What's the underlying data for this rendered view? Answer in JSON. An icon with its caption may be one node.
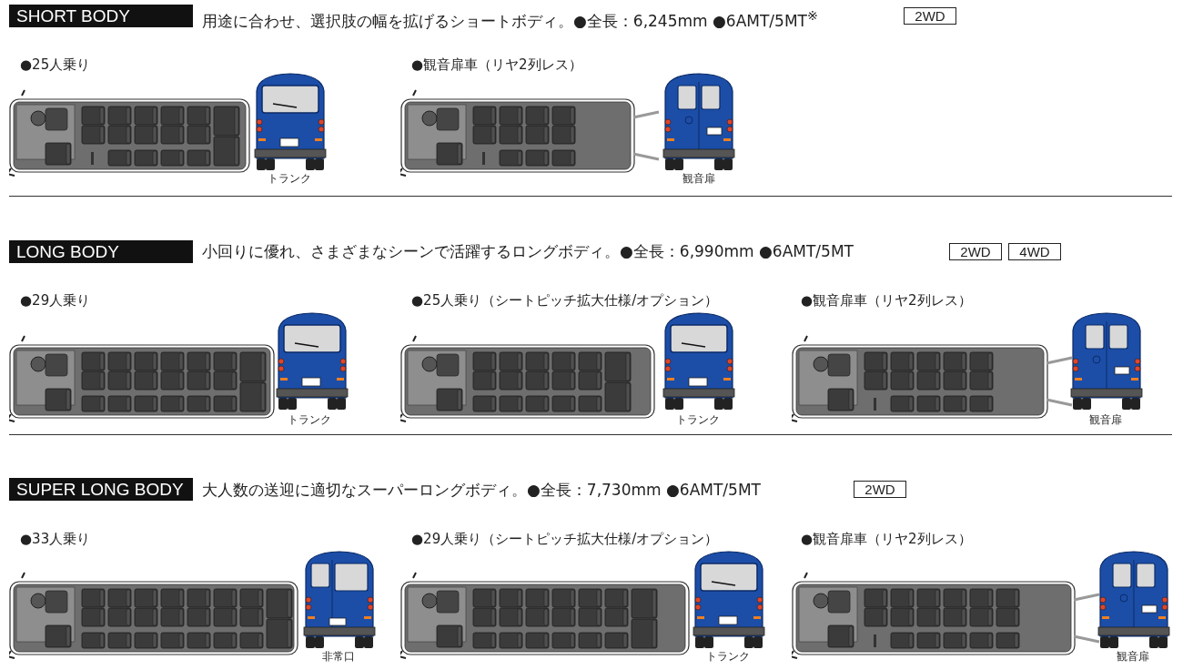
{
  "diagram": {
    "nodes": [
      {
        "text": [
          "SHORT BODY"
        ]
      },
      {
        "text": [
          "2WD"
        ]
      },
      {
        "text": [
          "LONG BODY"
        ]
      },
      {
        "text": [
          "2WD"
        ]
      },
      {
        "text": [
          "4WD"
        ]
      },
      {
        "text": [
          "SUPER LONG BODY"
        ]
      },
      {
        "text": [
          "2WD"
        ]
      }
    ],
    "labels": [
      "用途に合わせ、選択肢の幅を拡げるショートボディ。●全長：6,245mm ●6AMT/5MT$^{※}$",
      "●25人乗り",
      "●観音扉車（リヤ2列レス）",
      "トランク",
      "観音扉",
      "小回りに優れ、さまざまなシーンで活躍するロングボディ。●全長：6,990mm ●6AMT/5MT",
      "●29人乗り",
      "●25人乗り（シートピッチ拡大仕様/オプション）",
      "●観音扉車（リヤ2列レス）",
      "トランク",
      "トランク",
      "観音扉",
      "大人数の送迎に適切なスーパーロングボディ。●全長：7,730mm ●6AMT/5MT",
      "●33人乗り",
      "●29人乗り（シートピッチ拡大仕様/オプション）",
      "●観音扉車（リヤ2列レス）",
      "非常口",
      "トランク",
      "観音扉"
    ]
  }
}
